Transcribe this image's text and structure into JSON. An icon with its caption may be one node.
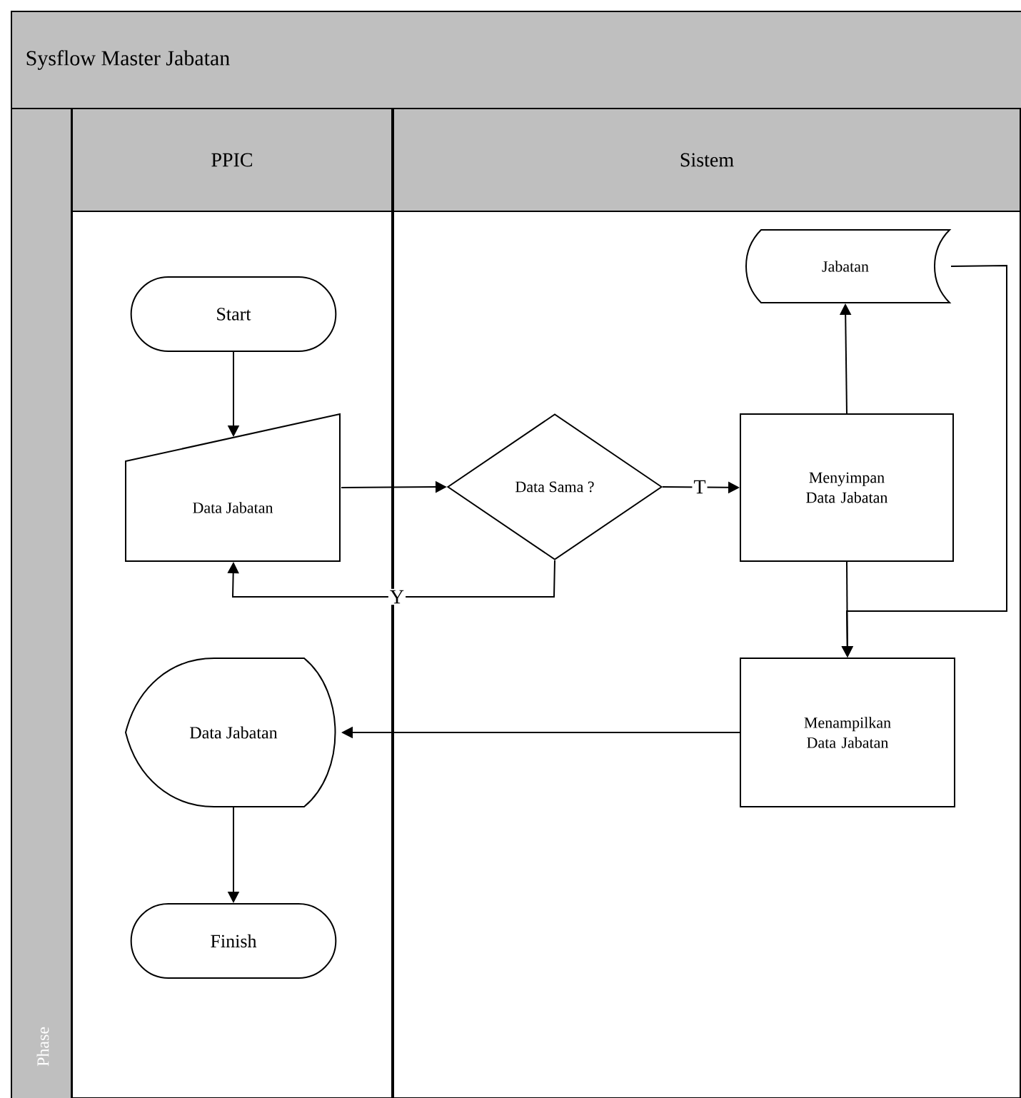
{
  "diagram": {
    "title": "Sysflow Master Jabatan",
    "nodes": [
      {
        "text": [
          "PPIC"
        ]
      },
      {
        "text": [
          "Sistem"
        ]
      },
      {
        "text": [
          "Start"
        ],
        "in": 0
      },
      {
        "text": [
          "Data Jabatan"
        ],
        "in": 0
      },
      {
        "text": [
          "Data Sama ?"
        ],
        "in": 1
      },
      {
        "text": [
          "Jabatan"
        ],
        "in": 1
      },
      {
        "text": [
          "Menyimpan Data Jabatan"
        ],
        "in": 1
      },
      {
        "text": [
          "Menampilkan Data Jabatan"
        ],
        "in": 1
      },
      {
        "text": [
          "Data Jabatan"
        ],
        "in": 0
      },
      {
        "text": [
          "Finish"
        ],
        "in": 0
      }
    ],
    "edges": [
      {
        "from": 2,
        "to": 3,
        "arrow": "to"
      },
      {
        "from": 3,
        "to": 4,
        "arrow": "to"
      },
      {
        "from": 4,
        "to": 6,
        "arrow": "to",
        "label": "T"
      },
      {
        "from": 4,
        "to": 3,
        "arrow": "to",
        "label": "Y"
      },
      {
        "from": 6,
        "to": 5,
        "arrow": "to"
      },
      {
        "from": 5,
        "to": 7,
        "arrow": "to"
      },
      {
        "from": 6,
        "to": 7,
        "arrow": "to"
      },
      {
        "from": 7,
        "to": 8,
        "arrow": "to"
      },
      {
        "from": 8,
        "to": 9,
        "arrow": "to"
      }
    ],
    "labels": [
      "Phase"
    ]
  }
}
